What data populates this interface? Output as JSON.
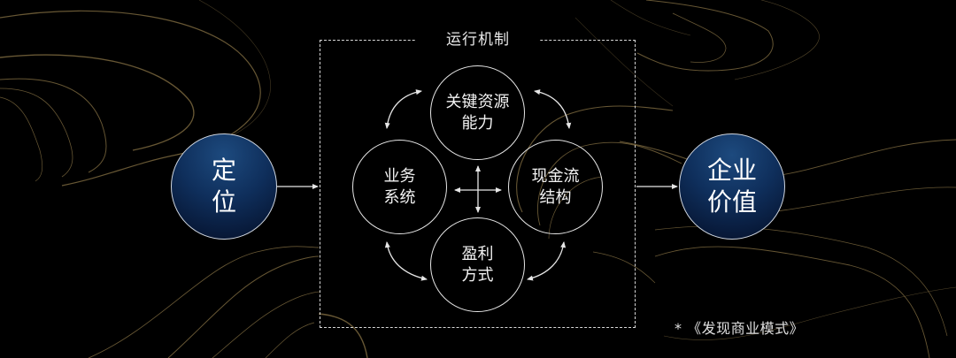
{
  "diagram": {
    "left_node": {
      "label": "定\n位"
    },
    "right_node": {
      "label": "企业\n价值"
    },
    "mechanism": {
      "title": "运行机制",
      "nodes": {
        "top": "关键资源\n能力",
        "left": "业务\n系统",
        "right": "现金流\n结构",
        "bottom": "盈利\n方式"
      }
    },
    "source_note": "*  《发现商业模式》"
  },
  "colors": {
    "background": "#000000",
    "outer_node_fill": "#0f2f5c",
    "line": "#e6e6e6",
    "contour": "#8a7446"
  }
}
